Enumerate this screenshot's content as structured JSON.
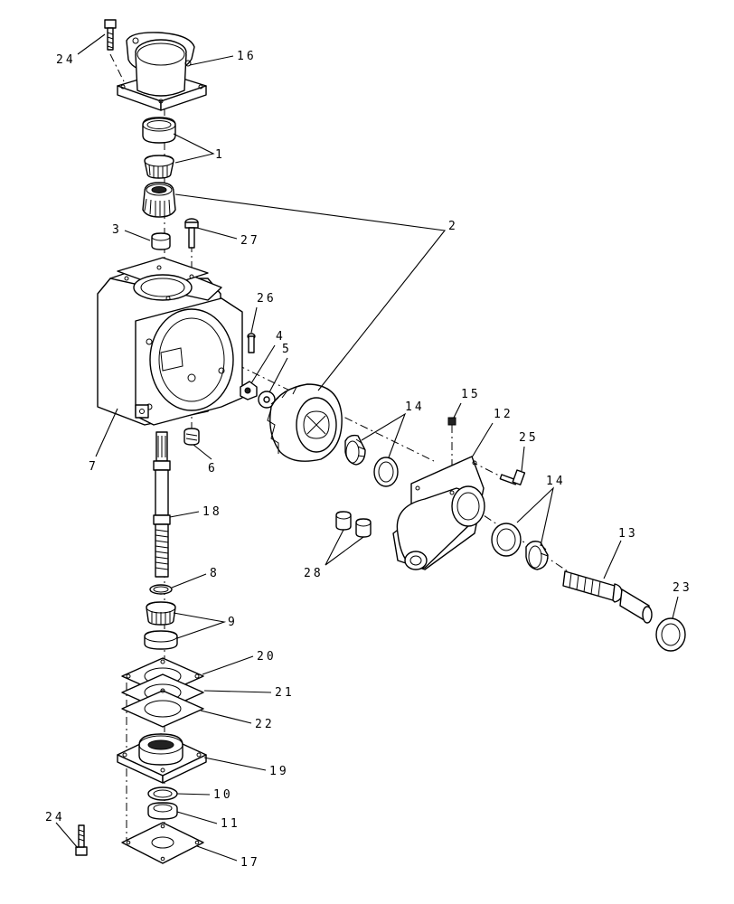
{
  "diagram": {
    "type": "exploded-parts-view",
    "colors": {
      "line": "#000000",
      "background": "#ffffff",
      "part_fill": "#ffffff"
    },
    "callouts": [
      "1",
      "2",
      "3",
      "4",
      "5",
      "6",
      "7",
      "8",
      "9",
      "10",
      "11",
      "12",
      "13",
      "14",
      "14",
      "15",
      "16",
      "17",
      "18",
      "19",
      "20",
      "21",
      "22",
      "23",
      "24",
      "24",
      "25",
      "26",
      "27",
      "28"
    ]
  }
}
